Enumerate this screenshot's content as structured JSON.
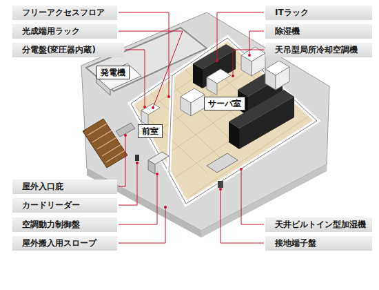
{
  "diagram": {
    "nodes": [
      {
        "text": [
          "フリーアクセスフロア"
        ]
      },
      {
        "text": [
          "ITラック"
        ]
      },
      {
        "text": [
          "光成端用ラック"
        ]
      },
      {
        "text": [
          "除湿機"
        ]
      },
      {
        "text": [
          "分電盤(変圧器内蔵)"
        ]
      },
      {
        "text": [
          "天吊型局所冷却空調機"
        ]
      },
      {
        "text": [
          "発電機"
        ]
      },
      {
        "text": [
          "サーバ室"
        ]
      },
      {
        "text": [
          "前室"
        ]
      },
      {
        "text": [
          "屋外入口庇"
        ]
      },
      {
        "text": [
          "カードリーダー"
        ]
      },
      {
        "text": [
          "空調動力制御盤"
        ]
      },
      {
        "text": [
          "天井ビルトイン型加湿機"
        ]
      },
      {
        "text": [
          "屋外搬入用スロープ"
        ]
      },
      {
        "text": [
          "接地端子盤"
        ]
      }
    ]
  }
}
